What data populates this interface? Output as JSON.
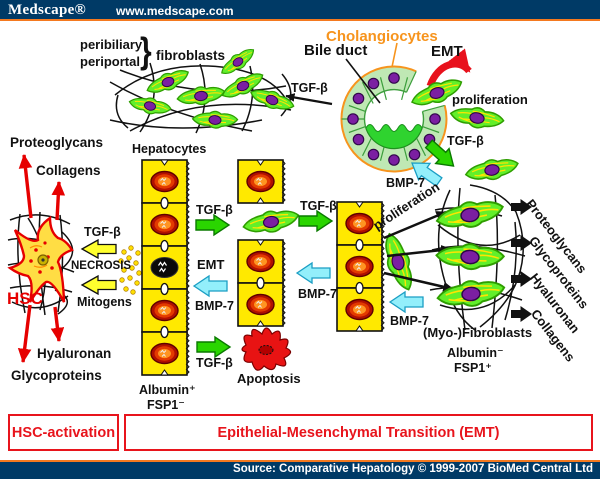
{
  "header": {
    "logo": "Medscape®",
    "url": "www.medscape.com"
  },
  "footer": {
    "source": "Source: Comparative Hepatology © 1999-2007 BioMed Central Ltd"
  },
  "banner": {
    "hsc": "HSC-activation",
    "emt": "Epithelial-Mesenchymal Transition (EMT)"
  },
  "colors": {
    "navy": "#003A66",
    "orange": "#F4791F",
    "banner_red": "#E8141C",
    "green_arrow": "#2AD500",
    "cyan_arrow": "#93EFFB",
    "yellow_arrow": "#FFFF2E",
    "hepatocyte_yellow": "#FFE900",
    "nucleus_purple": "#7B1FA2",
    "hsc_red": "#E60000",
    "cholangiocyte_orange": "#F7941D"
  },
  "labels": {
    "peribiliary": "peribiliary",
    "periportal": "periportal",
    "brace": "}",
    "fibroblasts": "fibroblasts",
    "tgfb_mesh": "TGF-β",
    "cholangiocytes": "Cholangiocytes",
    "bile_duct": "Bile duct",
    "emt_top": "EMT",
    "proliferation_top": "proliferation",
    "tgfb_duct": "TGF-β",
    "bmp7_duct": "BMP-7",
    "proteoglycans_l": "Proteoglycans",
    "collagens_l": "Collagens",
    "tgfb_hsc": "TGF-β",
    "necrosis": "NECROSIS",
    "mitogens": "Mitogens",
    "hsc": "HSC",
    "hyaluronan_l": "Hyaluronan",
    "glycoproteins_l": "Glycoproteins",
    "hepatocytes": "Hepatocytes",
    "tgfb_1": "TGF-β",
    "emt_mid": "EMT",
    "bmp7_1": "BMP-7",
    "tgfb_2": "TGF-β",
    "bmp7_2": "BMP-7",
    "proliferation_mid": "proliferation",
    "bmp7_3": "BMP-7",
    "tgfb_3": "TGF-β",
    "apoptosis": "Apoptosis",
    "albumin_pos": "Albumin⁺",
    "fsp1_neg": "FSP1⁻",
    "myofibroblasts": "(Myo-)Fibroblasts",
    "albumin_neg": "Albumin⁻",
    "fsp1_pos": "FSP1⁺",
    "proteoglycans_r": "Proteoglycans",
    "glycoproteins_r": "Glycoproteins",
    "hyaluronan_r": "Hyaluronan",
    "collagens_r": "Collagens"
  }
}
